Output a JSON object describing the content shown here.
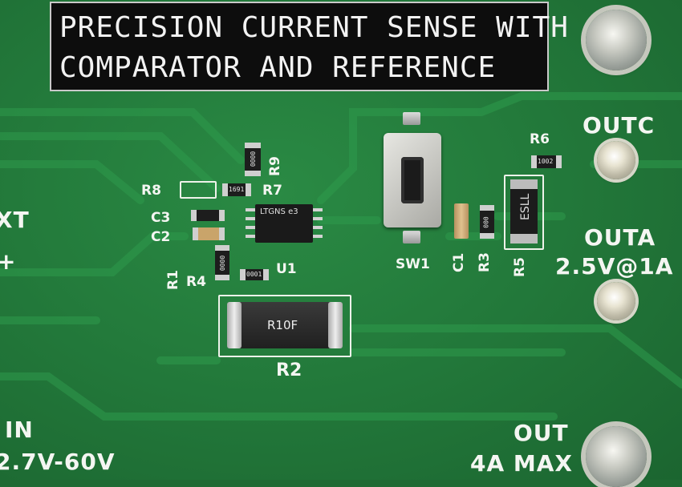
{
  "title_block": {
    "line1": "PRECISION CURRENT SENSE WITH",
    "line2": "COMPARATOR AND REFERENCE"
  },
  "silkscreen": {
    "R9": "R9",
    "R8": "R8",
    "R7": "R7",
    "C3": "C3",
    "C2": "C2",
    "R1": "R1",
    "R4": "R4",
    "U1": "U1",
    "R2": "R2",
    "SW1": "SW1",
    "C1": "C1",
    "R3": "R3",
    "R5": "R5",
    "R6": "R6",
    "outc": "OUTC",
    "outa": "OUTA",
    "outa_rating": "2.5V@1A",
    "out": "OUT",
    "out_rating": "4A MAX",
    "in": "IN",
    "in_range": "2.7V-60V",
    "ext_partial": "XT",
    "plus": "+"
  },
  "markings": {
    "r2": "R10F",
    "r5": "ESLL",
    "u1_line1": "LTGNS",
    "u1_logo": "e3",
    "r9_code": "0000",
    "r7_code": "1691",
    "r6_code": "1002",
    "r4_code": "0000",
    "r3_code": "000",
    "u1_below_code": "0001"
  },
  "colors": {
    "pcb": "#237a3b",
    "silkscreen": "#f4f6f2",
    "title_bg": "#0d0d0d"
  }
}
